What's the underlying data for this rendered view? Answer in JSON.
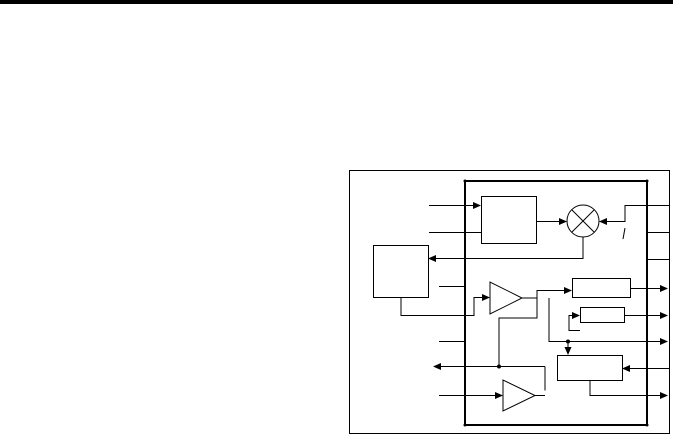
{
  "page": {
    "background": "#ffffff",
    "rule_color": "#000000"
  },
  "diagram": {
    "line_color": "#000000",
    "blocks": [
      {
        "name": "outer-frame",
        "kind": "frame"
      },
      {
        "name": "ic-package-outline",
        "kind": "package"
      },
      {
        "name": "upper-function-block",
        "kind": "block"
      },
      {
        "name": "multiplier-mixer-symbol",
        "kind": "mixer"
      },
      {
        "name": "external-block",
        "kind": "block"
      },
      {
        "name": "buffer-amplifier-upper",
        "kind": "amplifier"
      },
      {
        "name": "buffer-amplifier-lower",
        "kind": "amplifier"
      },
      {
        "name": "output-block-1",
        "kind": "block"
      },
      {
        "name": "output-block-2",
        "kind": "block"
      },
      {
        "name": "control-block",
        "kind": "block"
      }
    ]
  }
}
